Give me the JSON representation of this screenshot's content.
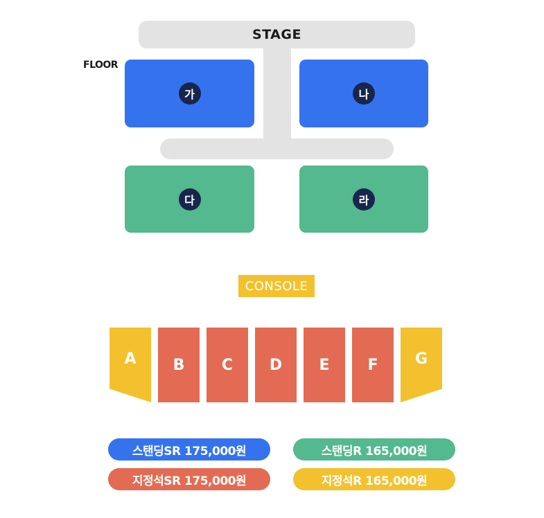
{
  "stage": {
    "label": "STAGE"
  },
  "floor_label": "FLOOR",
  "floor_blocks": [
    {
      "label": "가",
      "color": "#3572ee"
    },
    {
      "label": "나",
      "color": "#3572ee"
    },
    {
      "label": "다",
      "color": "#54b98e"
    },
    {
      "label": "라",
      "color": "#54b98e"
    }
  ],
  "console": {
    "label": "CONSOLE",
    "color": "#f3c12e"
  },
  "seat_sections": [
    {
      "label": "A",
      "color": "#f3c12e"
    },
    {
      "label": "B",
      "color": "#e36b53"
    },
    {
      "label": "C",
      "color": "#e36b53"
    },
    {
      "label": "D",
      "color": "#e36b53"
    },
    {
      "label": "E",
      "color": "#e36b53"
    },
    {
      "label": "F",
      "color": "#e36b53"
    },
    {
      "label": "G",
      "color": "#f3c12e"
    }
  ],
  "legend": [
    {
      "label": "스탠딩SR 175,000원",
      "color": "#3572ee"
    },
    {
      "label": "스탠딩R 165,000원",
      "color": "#54b98e"
    },
    {
      "label": "지정석SR 175,000원",
      "color": "#e36b53"
    },
    {
      "label": "지정석R 165,000원",
      "color": "#f3c12e"
    }
  ]
}
